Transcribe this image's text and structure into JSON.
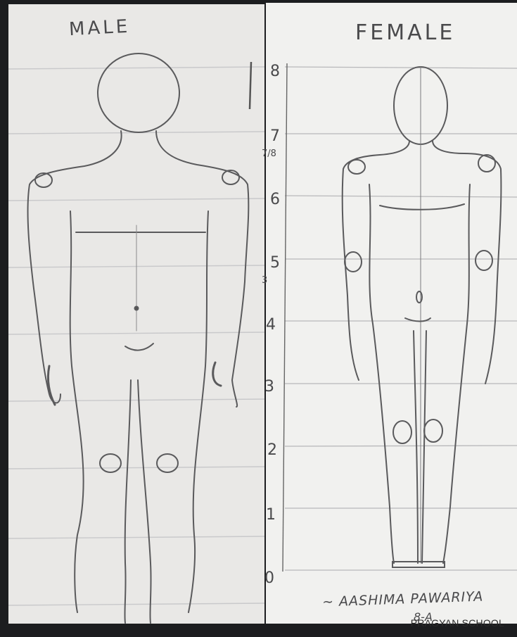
{
  "left_sheet": {
    "heading": "MALE"
  },
  "right_sheet": {
    "heading": "FEMALE",
    "scale_numbers": [
      "8",
      "7",
      "6",
      "5",
      "4",
      "3",
      "2",
      "1",
      "0"
    ],
    "fraction_mark": "7/8",
    "mid_mark": "3",
    "signature": "~ AASHIMA PAWARIYA",
    "class_label": "8-A"
  },
  "watermark": "PRAGYAN SCHOOL"
}
